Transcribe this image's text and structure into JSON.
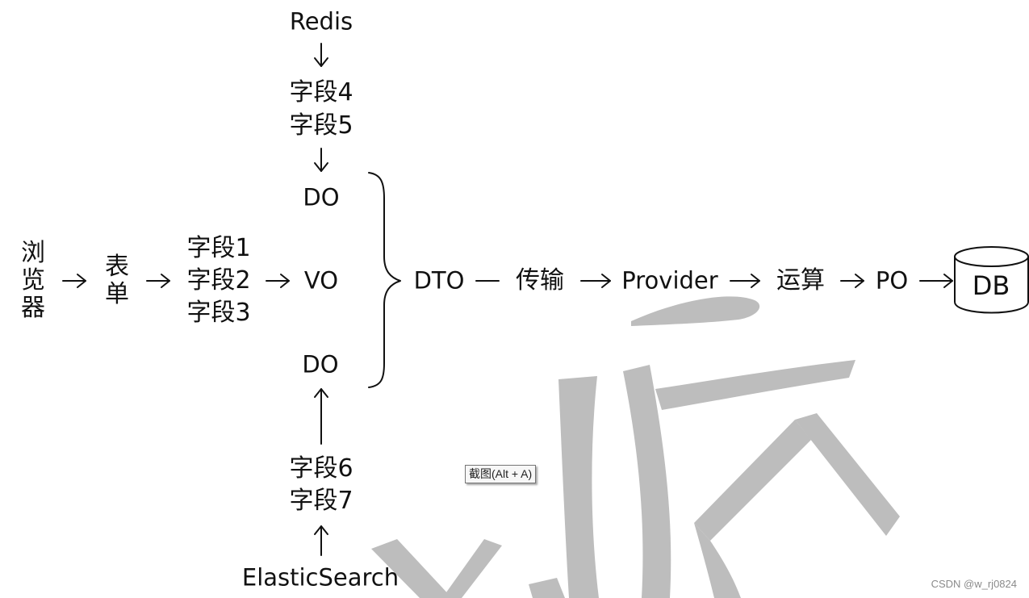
{
  "colors": {
    "ink": "#111111",
    "overlay": "#bdbdbd",
    "background": "#ffffff"
  },
  "nodes": {
    "redis": "Redis",
    "field4": "字段4",
    "field5": "字段5",
    "do_top": "DO",
    "browser": [
      "浏",
      "览",
      "器"
    ],
    "form": [
      "表",
      "单"
    ],
    "field1": "字段1",
    "field2": "字段2",
    "field3": "字段3",
    "vo": "VO",
    "do_bottom": "DO",
    "field6": "字段6",
    "field7": "字段7",
    "elasticsearch": "ElasticSearch",
    "dto": "DTO",
    "transfer": "传输",
    "provider": "Provider",
    "compute": "运算",
    "po": "PO",
    "db": "DB"
  },
  "tooltip": "截图(Alt + A)",
  "watermark": "CSDN @w_rj0824"
}
